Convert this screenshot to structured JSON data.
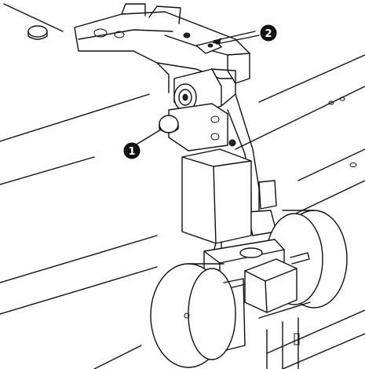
{
  "callouts": [
    {
      "id": "1",
      "label": "❶"
    },
    {
      "id": "2",
      "label": "❷"
    }
  ],
  "colors": {
    "line": "#111111",
    "background": "#ffffff",
    "callout_fill": "#111111"
  }
}
